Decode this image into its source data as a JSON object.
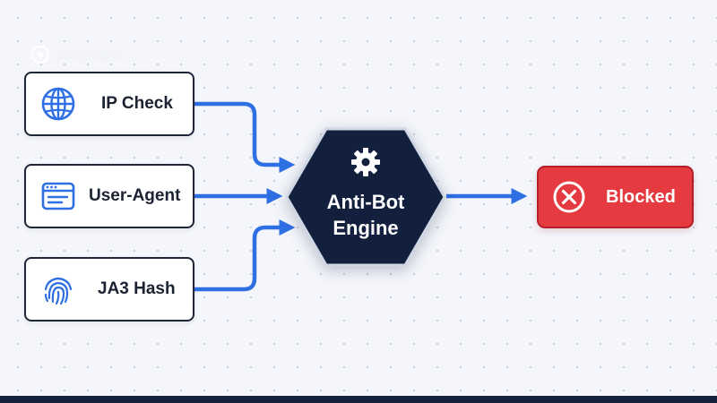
{
  "watermark": {
    "text": "proxybasic"
  },
  "inputs": [
    {
      "label": "IP Check",
      "icon": "globe-icon"
    },
    {
      "label": "User-Agent",
      "icon": "browser-window-icon"
    },
    {
      "label": "JA3 Hash",
      "icon": "fingerprint-icon"
    }
  ],
  "engine": {
    "line1": "Anti-Bot",
    "line2": "Engine",
    "icon": "gear-icon"
  },
  "output": {
    "label": "Blocked",
    "icon": "close-circle-icon"
  },
  "colors": {
    "accent_blue": "#2f6fe4",
    "engine_fill": "#12203d",
    "blocked_red": "#e43a40",
    "card_border": "#1e2536",
    "bottom_bar": "#15203a"
  }
}
